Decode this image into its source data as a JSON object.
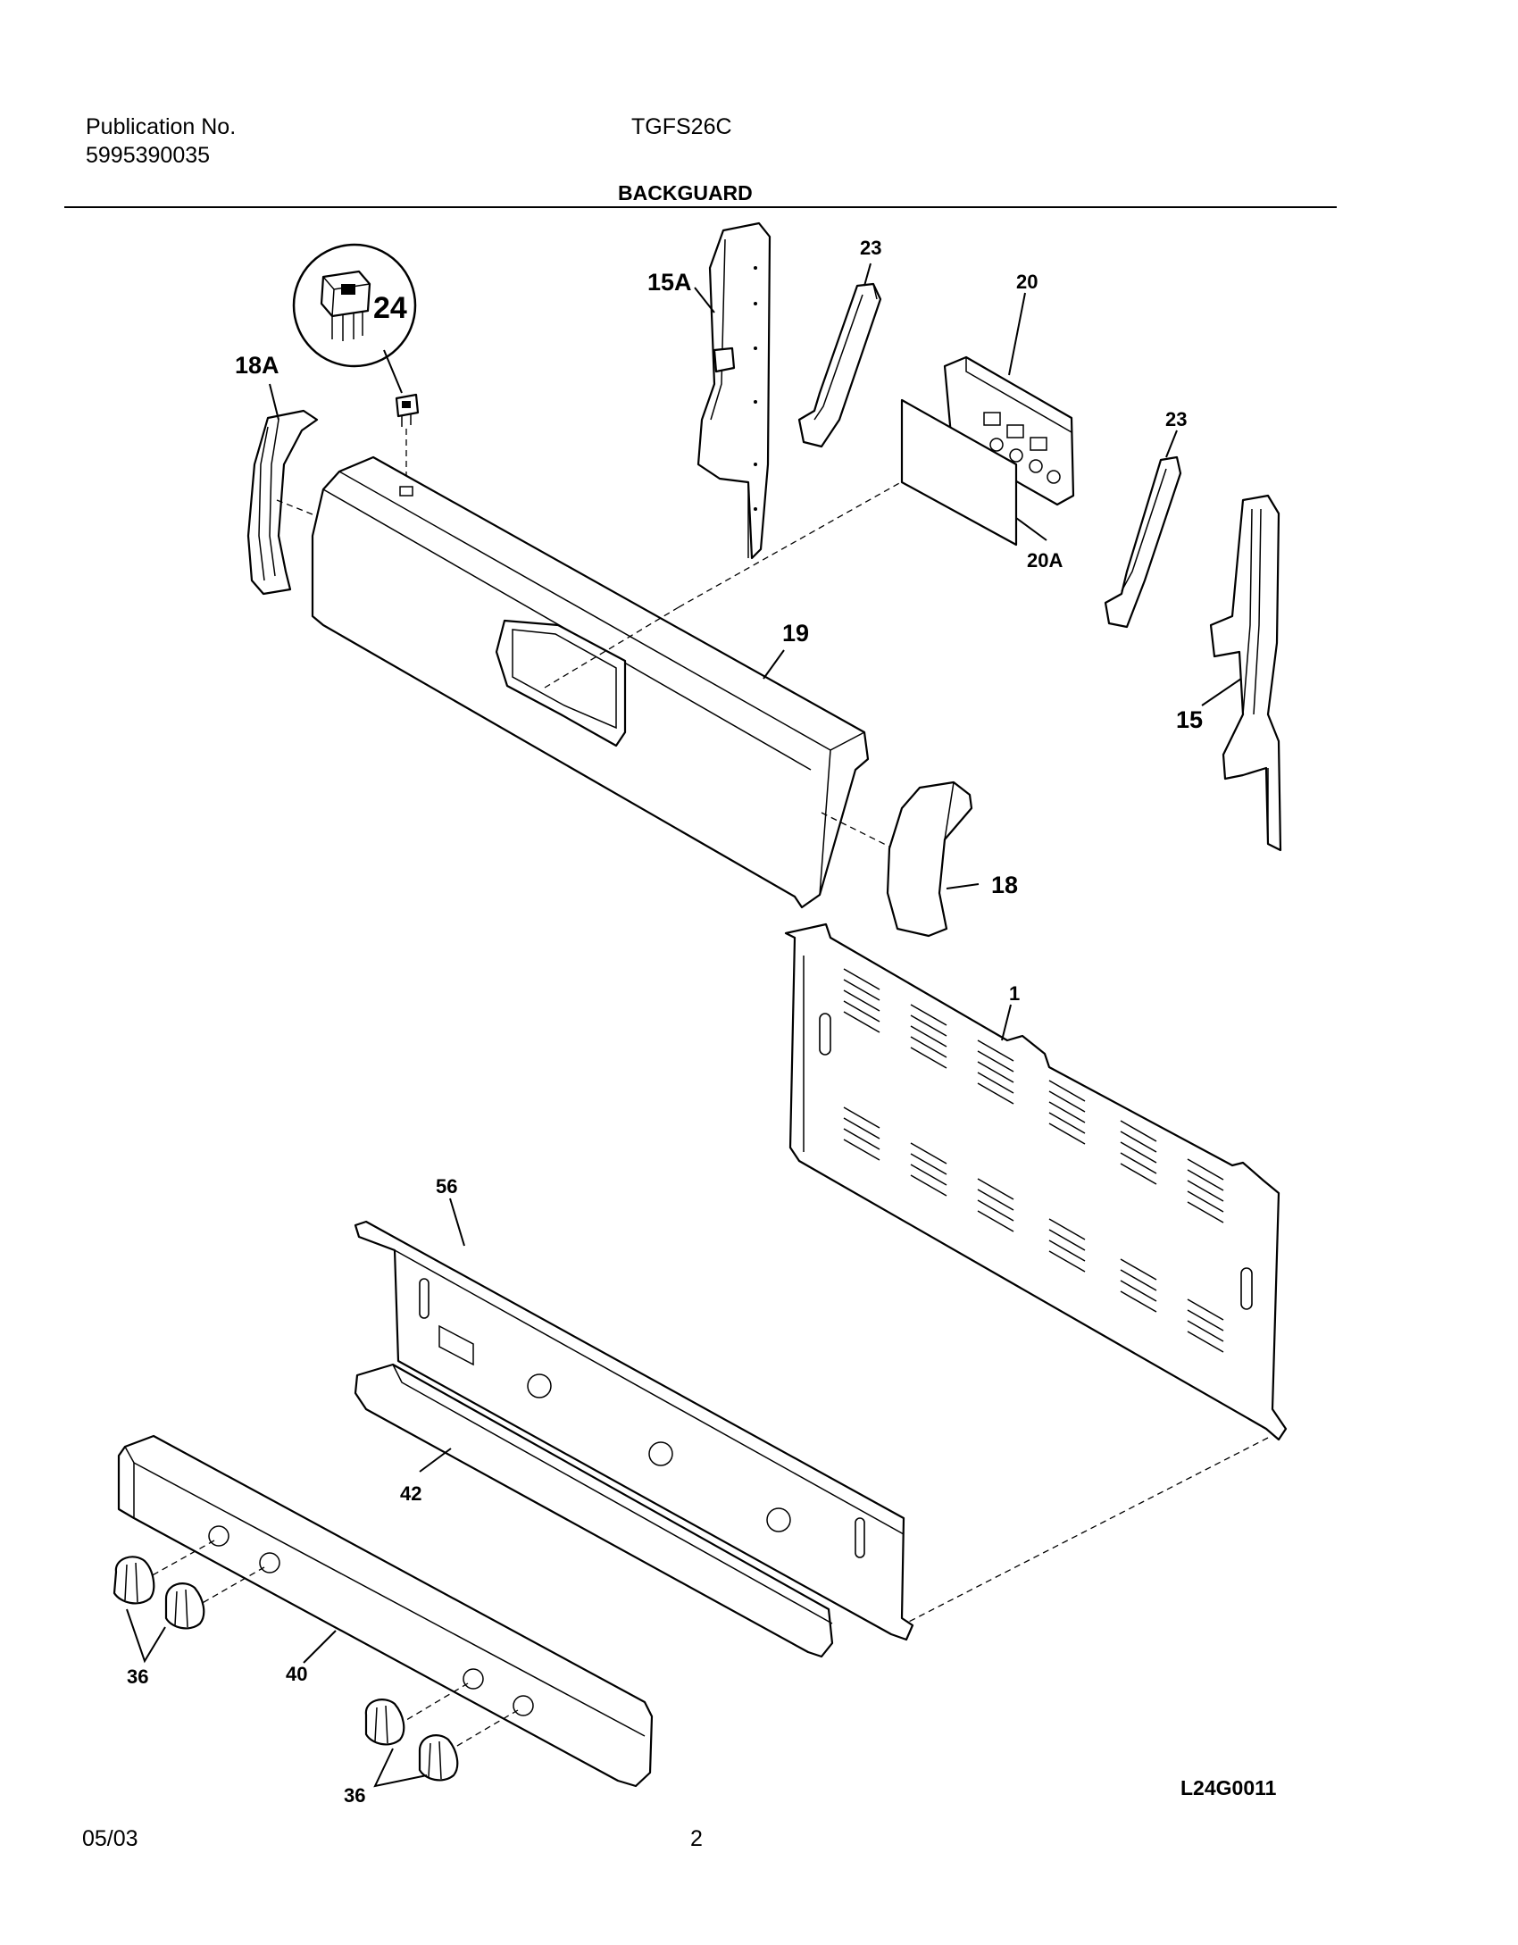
{
  "header": {
    "publication_label": "Publication No.",
    "publication_number": "5995390035",
    "model": "TGFS26C",
    "section_title": "BACKGUARD"
  },
  "callouts": {
    "p1": "1",
    "p15": "15",
    "p15a": "15A",
    "p18": "18",
    "p18a": "18A",
    "p19": "19",
    "p20": "20",
    "p20a": "20A",
    "p23a": "23",
    "p23b": "23",
    "p24": "24",
    "p36a": "36",
    "p36b": "36",
    "p40": "40",
    "p42": "42",
    "p56": "56"
  },
  "diagram_code": "L24G0011",
  "footer": {
    "date": "05/03",
    "page": "2"
  }
}
